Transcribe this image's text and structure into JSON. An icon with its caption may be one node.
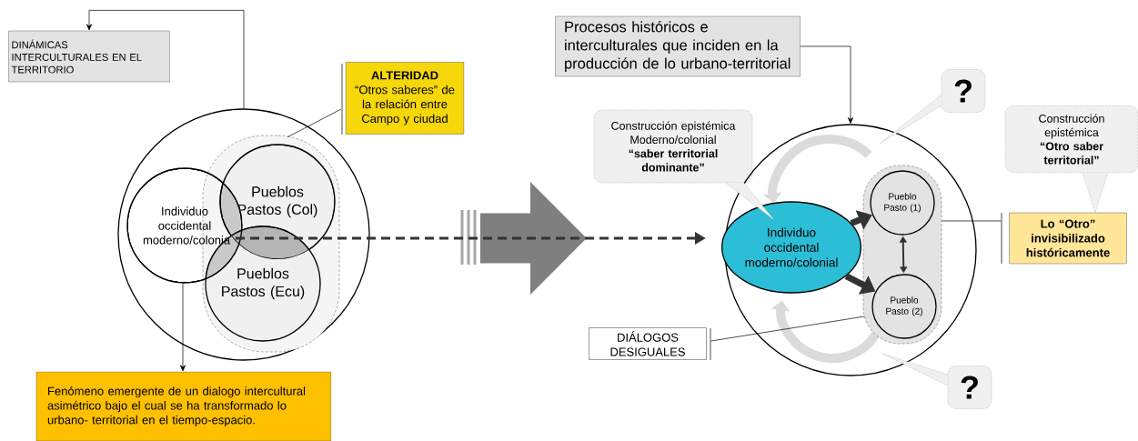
{
  "diagram": {
    "nodes": [
      {
        "text": [
          "DINÁMICAS INTERCULTURALES EN EL TERRITORIO"
        ]
      },
      {
        "text": [],
        "shape": "circle"
      },
      {
        "text": [
          "Individuo occidental moderno/colonia"
        ],
        "in": 1
      },
      {
        "text": [],
        "shape": "box",
        "in": 1
      },
      {
        "text": [
          "Pueblos Pastos (Col)"
        ],
        "in": 3
      },
      {
        "text": [
          "Pueblos Pastos (Ecu)"
        ],
        "in": 3
      },
      {
        "text": [
          "ALTERIDAD",
          "“Otros saberes” de la relación entre Campo y ciudad"
        ]
      },
      {
        "text": [
          "Fenómeno emergente de un dialogo intercultural asimétrico bajo el cual se ha transformado lo urbano- territorial en el tiempo-espacio."
        ]
      },
      {
        "text": [
          "Procesos históricos e interculturales que inciden en la producción de lo urbano-territorial"
        ]
      },
      {
        "text": [
          "?"
        ]
      },
      {
        "text": [
          "Construcción epistémica Moderno/colonial",
          "“saber territorial dominante”"
        ]
      },
      {
        "text": [],
        "shape": "circle"
      },
      {
        "text": [
          "Individuo occidental moderno/colonial"
        ],
        "in": 11
      },
      {
        "text": [],
        "shape": "box",
        "in": 11
      },
      {
        "text": [
          "Pueblo Pasto (1)"
        ],
        "in": 13
      },
      {
        "text": [
          "Pueblo Pasto (2)"
        ],
        "in": 13
      },
      {
        "text": [
          "Construcción epistémica",
          "“Otro saber territorial”"
        ]
      },
      {
        "text": [
          "Lo “Otro” invisibilizado históricamente"
        ]
      },
      {
        "text": [
          "DIÁLOGOS DESIGUALES"
        ]
      },
      {
        "text": [
          "?"
        ]
      }
    ],
    "edges": [
      {
        "from": 1,
        "to": 0,
        "arrow": "to"
      },
      {
        "from": 6,
        "to": 3,
        "arrow": "none"
      },
      {
        "from": 2,
        "to": 7,
        "arrow": "to"
      },
      {
        "from": 2,
        "to": null,
        "arrow": "to",
        "style": "dashed",
        "color": "#333333"
      },
      {
        "from": 8,
        "to": 11,
        "arrow": "to"
      },
      {
        "from": 10,
        "to": 12,
        "arrow": "none",
        "style": "dashed"
      },
      {
        "from": 9,
        "to": null,
        "arrow": "to",
        "style": "dashed"
      },
      {
        "from": 12,
        "to": 14,
        "arrow": "to",
        "style": "thick",
        "color": "#333333"
      },
      {
        "from": 12,
        "to": 15,
        "arrow": "to",
        "style": "thick",
        "color": "#333333"
      },
      {
        "from": 14,
        "to": 15,
        "arrow": "both",
        "color": "#333333"
      },
      {
        "from": 16,
        "to": 17,
        "arrow": "to",
        "style": "dashed"
      },
      {
        "from": 17,
        "to": 13,
        "arrow": "none"
      },
      {
        "from": 18,
        "to": 13,
        "arrow": "none"
      },
      {
        "from": 19,
        "to": null,
        "arrow": "to",
        "style": "dashed"
      }
    ]
  }
}
